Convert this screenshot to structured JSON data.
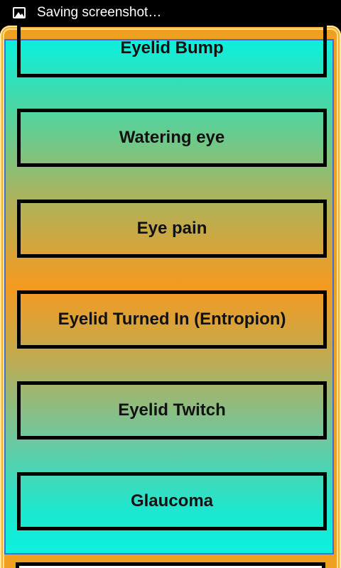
{
  "status_bar": {
    "icon": "image-icon",
    "text": "Saving screenshot…"
  },
  "colors": {
    "frame": "#f0a020",
    "panel_top": "#0cf0de",
    "panel_middle": "#f59a20",
    "button_border": "#000000",
    "panel_border": "#3b6fd6"
  },
  "list": {
    "items": [
      {
        "label": "Eyelid Bump"
      },
      {
        "label": "Watering eye"
      },
      {
        "label": "Eye pain"
      },
      {
        "label": "Eyelid Turned In (Entropion)"
      },
      {
        "label": "Eyelid Twitch"
      },
      {
        "label": "Glaucoma"
      }
    ]
  }
}
